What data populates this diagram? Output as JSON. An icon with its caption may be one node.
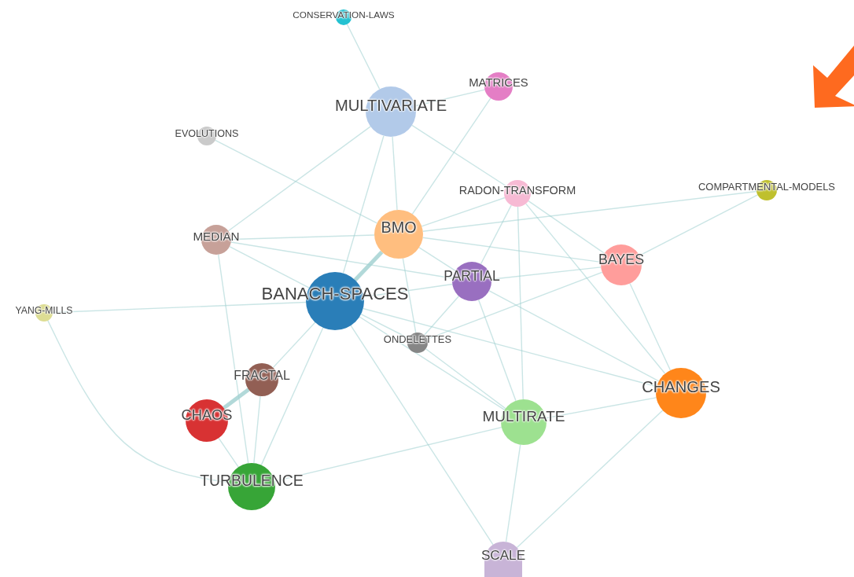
{
  "diagram": {
    "nodes": [
      {
        "text": [
          "CONSERVATION-LAWS"
        ]
      },
      {
        "text": [
          "MATRICES"
        ]
      },
      {
        "text": [
          "MULTIVARIATE"
        ]
      },
      {
        "text": [
          "EVOLUTIONS"
        ]
      },
      {
        "text": [
          "RADON-TRANSFORM"
        ]
      },
      {
        "text": [
          "COMPARTMENTAL-MODELS"
        ]
      },
      {
        "text": [
          "MEDIAN"
        ]
      },
      {
        "text": [
          "BMO"
        ]
      },
      {
        "text": [
          "BAYES"
        ]
      },
      {
        "text": [
          "PARTIAL"
        ]
      },
      {
        "text": [
          "BANACH-SPACES"
        ]
      },
      {
        "text": [
          "YANG-MILLS"
        ]
      },
      {
        "text": [
          "ONDELETTES"
        ]
      },
      {
        "text": [
          "FRACTAL"
        ]
      },
      {
        "text": [
          "CHAOS"
        ]
      },
      {
        "text": [
          "CHANGES"
        ]
      },
      {
        "text": [
          "MULTIRATE"
        ]
      },
      {
        "text": [
          "TURBULENCE"
        ]
      },
      {
        "text": [
          "SCALE"
        ]
      }
    ],
    "edges": [
      {
        "from": 0,
        "to": 2,
        "arrow": "none"
      },
      {
        "from": 1,
        "to": 2,
        "arrow": "none"
      },
      {
        "from": 2,
        "to": 7,
        "arrow": "none"
      },
      {
        "from": 2,
        "to": 4,
        "arrow": "none"
      },
      {
        "from": 2,
        "to": 6,
        "arrow": "none"
      },
      {
        "from": 2,
        "to": 10,
        "arrow": "none"
      },
      {
        "from": 3,
        "to": 7,
        "arrow": "none"
      },
      {
        "from": 1,
        "to": 7,
        "arrow": "none"
      },
      {
        "from": 4,
        "to": 7,
        "arrow": "none"
      },
      {
        "from": 4,
        "to": 9,
        "arrow": "none"
      },
      {
        "from": 4,
        "to": 16,
        "arrow": "none"
      },
      {
        "from": 4,
        "to": 15,
        "arrow": "none"
      },
      {
        "from": 4,
        "to": 8,
        "arrow": "none"
      },
      {
        "from": 5,
        "to": 8,
        "arrow": "none"
      },
      {
        "from": 5,
        "to": 7,
        "arrow": "none"
      },
      {
        "from": 6,
        "to": 10,
        "arrow": "none"
      },
      {
        "from": 6,
        "to": 7,
        "arrow": "none"
      },
      {
        "from": 6,
        "to": 9,
        "arrow": "none"
      },
      {
        "from": 6,
        "to": 17,
        "arrow": "none"
      },
      {
        "from": 7,
        "to": 10,
        "arrow": "none",
        "style": "thick"
      },
      {
        "from": 7,
        "to": 9,
        "arrow": "none"
      },
      {
        "from": 7,
        "to": 8,
        "arrow": "none"
      },
      {
        "from": 7,
        "to": 12,
        "arrow": "none"
      },
      {
        "from": 8,
        "to": 9,
        "arrow": "none"
      },
      {
        "from": 8,
        "to": 15,
        "arrow": "none"
      },
      {
        "from": 8,
        "to": 12,
        "arrow": "none"
      },
      {
        "from": 9,
        "to": 10,
        "arrow": "none"
      },
      {
        "from": 9,
        "to": 12,
        "arrow": "none"
      },
      {
        "from": 9,
        "to": 16,
        "arrow": "none"
      },
      {
        "from": 9,
        "to": 15,
        "arrow": "none"
      },
      {
        "from": 10,
        "to": 11,
        "arrow": "none"
      },
      {
        "from": 10,
        "to": 12,
        "arrow": "none"
      },
      {
        "from": 10,
        "to": 13,
        "arrow": "none"
      },
      {
        "from": 10,
        "to": 17,
        "arrow": "none"
      },
      {
        "from": 10,
        "to": 16,
        "arrow": "none"
      },
      {
        "from": 10,
        "to": 18,
        "arrow": "none"
      },
      {
        "from": 10,
        "to": 15,
        "arrow": "none"
      },
      {
        "from": 11,
        "to": 17,
        "arrow": "none"
      },
      {
        "from": 12,
        "to": 16,
        "arrow": "none"
      },
      {
        "from": 13,
        "to": 14,
        "arrow": "none",
        "style": "thick"
      },
      {
        "from": 13,
        "to": 17,
        "arrow": "none"
      },
      {
        "from": 14,
        "to": 17,
        "arrow": "none"
      },
      {
        "from": 15,
        "to": 16,
        "arrow": "none"
      },
      {
        "from": 15,
        "to": 18,
        "arrow": "none"
      },
      {
        "from": 16,
        "to": 17,
        "arrow": "none"
      },
      {
        "from": 16,
        "to": 18,
        "arrow": "none"
      }
    ]
  }
}
